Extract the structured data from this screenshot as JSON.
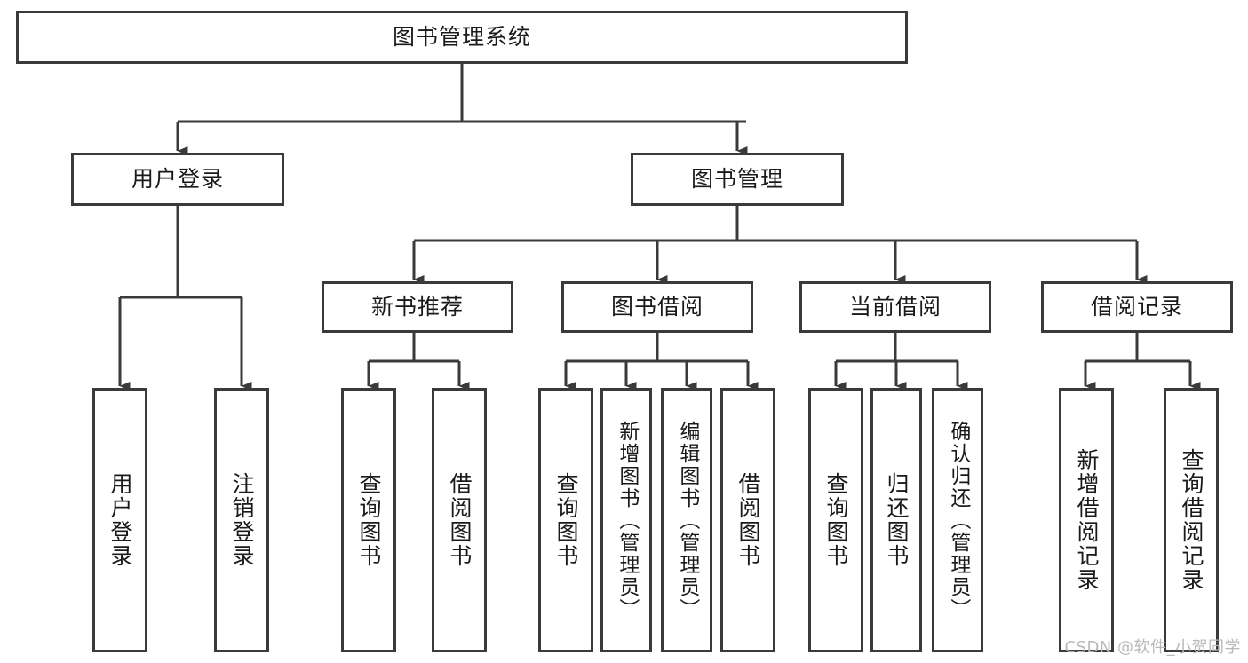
{
  "diagram": {
    "title": "图书管理系统",
    "type": "tree-hierarchy",
    "watermark": "CSDN @软件_小贺同学",
    "colors": {
      "stroke": "#3a3a3a",
      "fill": "#ffffff",
      "text": "#1a1a1a",
      "watermark": "#b9b9b9"
    }
  },
  "nodes": {
    "root": {
      "label": "图书管理系统",
      "level": 1,
      "orientation": "horizontal"
    },
    "l2": [
      {
        "id": "user-login",
        "label": "用户登录",
        "level": 2,
        "orientation": "horizontal"
      },
      {
        "id": "book-management",
        "label": "图书管理",
        "level": 2,
        "orientation": "horizontal"
      }
    ],
    "l3": [
      {
        "id": "new-book-recommend",
        "label": "新书推荐",
        "level": 3,
        "orientation": "horizontal",
        "parent": "book-management"
      },
      {
        "id": "book-borrow",
        "label": "图书借阅",
        "level": 3,
        "orientation": "horizontal",
        "parent": "book-management"
      },
      {
        "id": "current-borrow",
        "label": "当前借阅",
        "level": 3,
        "orientation": "horizontal",
        "parent": "book-management"
      },
      {
        "id": "borrow-record",
        "label": "借阅记录",
        "level": 3,
        "orientation": "horizontal",
        "parent": "book-management"
      }
    ],
    "leaves": [
      {
        "id": "leaf-user-login",
        "label": "用户登录",
        "parent": "user-login",
        "orientation": "vertical"
      },
      {
        "id": "leaf-user-logout",
        "label": "注销登录",
        "parent": "user-login",
        "orientation": "vertical"
      },
      {
        "id": "leaf-query-book-1",
        "label": "查询图书",
        "parent": "new-book-recommend",
        "orientation": "vertical"
      },
      {
        "id": "leaf-borrow-book-1",
        "label": "借阅图书",
        "parent": "new-book-recommend",
        "orientation": "vertical"
      },
      {
        "id": "leaf-query-book-2",
        "label": "查询图书",
        "parent": "book-borrow",
        "orientation": "vertical"
      },
      {
        "id": "leaf-add-book",
        "label": "新增图书（管理员）",
        "parent": "book-borrow",
        "orientation": "vertical"
      },
      {
        "id": "leaf-edit-book",
        "label": "编辑图书（管理员）",
        "parent": "book-borrow",
        "orientation": "vertical"
      },
      {
        "id": "leaf-borrow-book-2",
        "label": "借阅图书",
        "parent": "book-borrow",
        "orientation": "vertical"
      },
      {
        "id": "leaf-query-book-3",
        "label": "查询图书",
        "parent": "current-borrow",
        "orientation": "vertical"
      },
      {
        "id": "leaf-return-book",
        "label": "归还图书",
        "parent": "current-borrow",
        "orientation": "vertical"
      },
      {
        "id": "leaf-confirm-return",
        "label": "确认归还（管理员）",
        "parent": "current-borrow",
        "orientation": "vertical"
      },
      {
        "id": "leaf-add-record",
        "label": "新增借阅记录",
        "parent": "borrow-record",
        "orientation": "vertical"
      },
      {
        "id": "leaf-query-record",
        "label": "查询借阅记录",
        "parent": "borrow-record",
        "orientation": "vertical"
      }
    ]
  }
}
